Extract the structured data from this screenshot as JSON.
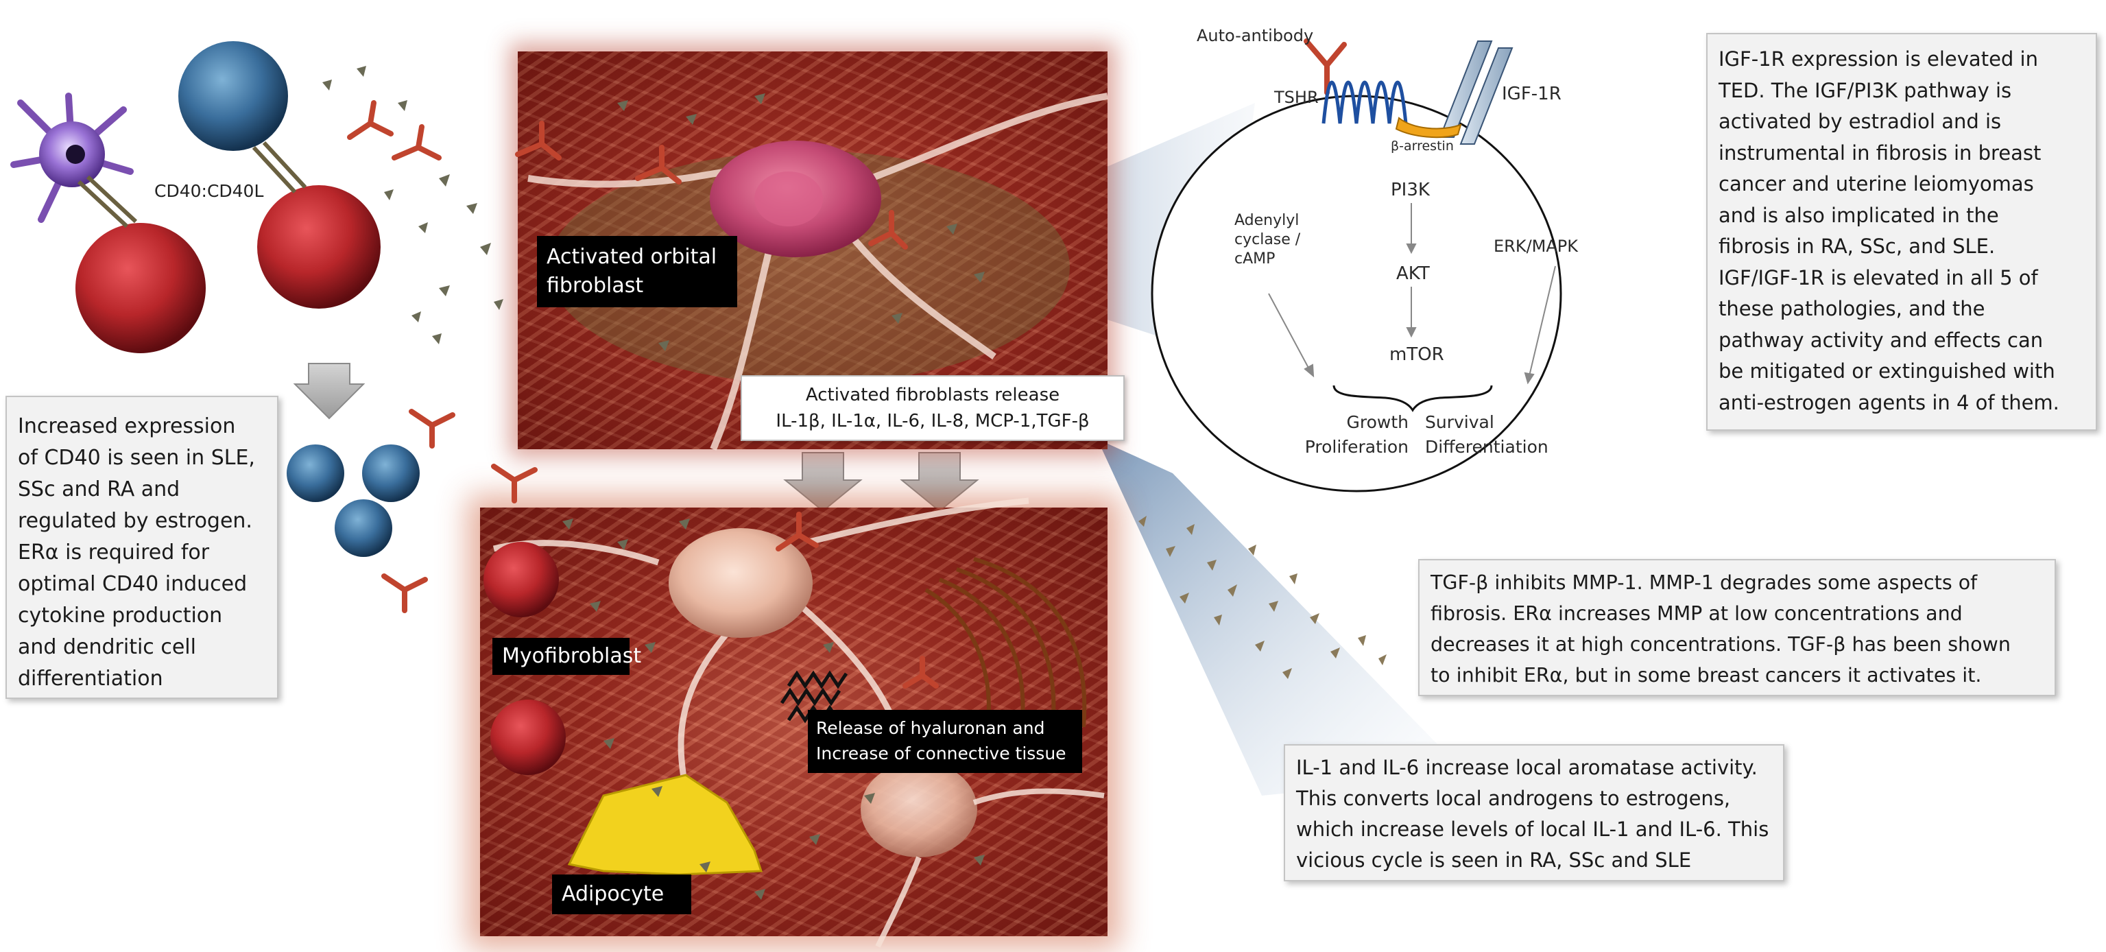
{
  "colors": {
    "cell_red": "#b8262a",
    "cell_blue": "#3a6e9c",
    "cell_purple": "#7a4fb0",
    "antibody": "#c0442e",
    "tissue": "#9c2f22",
    "adipocyte": "#f2d21e",
    "label_bg": "#000000",
    "box_bg": "#f2f2f2",
    "arrow_grey": "#b9b9b9"
  },
  "left": {
    "cd40_label": "CD40:CD40L",
    "cd40_box": [
      "Increased expression",
      "of CD40 is seen in SLE,",
      "SSc and RA and",
      "regulated by estrogen.",
      "ERα  is required for",
      "optimal CD40 induced",
      "cytokine production",
      "and dendritic cell",
      "differentiation"
    ]
  },
  "center": {
    "activated_fibroblast_label": [
      "Activated orbital",
      "fibroblast"
    ],
    "release_label": [
      "Activated fibroblasts release",
      "IL-1β, IL-1α, IL-6, IL-8, MCP-1,TGF-β"
    ],
    "myofibroblast_label": "Myofibroblast",
    "hyaluronan_label": [
      "Release of hyaluronan and",
      "Increase of connective tissue"
    ],
    "adipocyte_label": "Adipocyte"
  },
  "pathway": {
    "auto_antibody": "Auto-antibody",
    "tshr": "TSHR",
    "igf1r": "IGF-1R",
    "beta_arrestin": "β-arrestin",
    "pi3k": "PI3K",
    "akt": "AKT",
    "mtor": "mTOR",
    "adenylyl": [
      "Adenylyl",
      "cyclase /",
      "cAMP"
    ],
    "erk": "ERK/MAPK",
    "growth": [
      "Growth",
      "Proliferation"
    ],
    "survival": [
      "Survival",
      "Differentiation"
    ]
  },
  "right": {
    "igf_box": [
      "IGF-1R expression is elevated in",
      "TED.  The IGF/PI3K pathway is",
      "activated by estradiol and is",
      "instrumental in fibrosis in breast",
      "cancer and uterine leiomyomas",
      "and is also implicated in the",
      "fibrosis in RA, SSc, and SLE.",
      "IGF/IGF-1R is elevated in all 5 of",
      "these pathologies, and the",
      "pathway activity and effects can",
      "be mitigated or extinguished with",
      "anti-estrogen agents in 4 of them."
    ],
    "tgf_box": [
      "TGF-β inhibits MMP-1.  MMP-1 degrades some aspects of",
      "fibrosis. ERα increases MMP at low concentrations and",
      "decreases it at high concentrations. TGF-β has been shown",
      "to inhibit ERα, but in some breast cancers it activates it."
    ],
    "il_box": [
      "IL-1 and IL-6 increase local aromatase activity.",
      "This converts local androgens to estrogens,",
      "which increase levels of local IL-1 and IL-6. This",
      "vicious cycle is seen in RA, SSc and SLE"
    ]
  }
}
